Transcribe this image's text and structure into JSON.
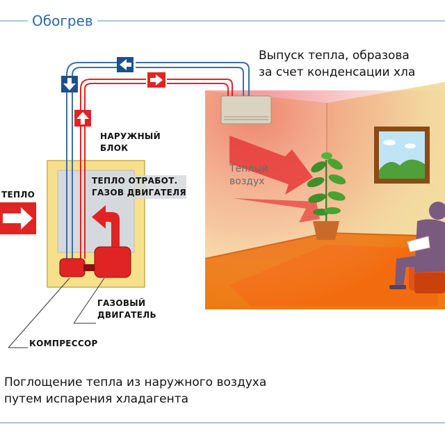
{
  "header": {
    "title": "Обогрев"
  },
  "labels": {
    "heat_release_line1": "Выпуск тепла, образова",
    "heat_release_line2": "за счет конденсации хла",
    "outdoor_unit_line1": "НАРУЖНЫЙ",
    "outdoor_unit_line2": "БЛОК",
    "exhaust_heat_line1": "ТЕПЛО ОТРАБОТ.",
    "exhaust_heat_line2": "ГАЗОВ ДВИГАТЕЛЯ",
    "heat_in": "ТЕПЛО",
    "warm_air_line1": "Теплый",
    "warm_air_line2": "воздух",
    "gas_engine_line1": "ГАЗОВЫЙ",
    "gas_engine_line2": "ДВИГАТЕЛЬ",
    "compressor": "КОМПРЕССОР",
    "absorption_line1": "Поглощение тепла из наружного воздуха",
    "absorption_line2": "путем испарения хладагента"
  },
  "colors": {
    "title_blue": "#2a6aa8",
    "pipe_blue": "#3b6fa8",
    "pipe_red": "#e02424",
    "room_wall": "#f7e4b0",
    "room_floor": "#ee7a12",
    "outdoor_unit": "#f6e08a",
    "person": "#7a5a7e"
  },
  "icons": [
    "arrow-right-icon",
    "arrow-left-icon",
    "arrow-up-icon",
    "arrow-down-icon",
    "plant-icon",
    "painting-icon",
    "person-icon"
  ]
}
